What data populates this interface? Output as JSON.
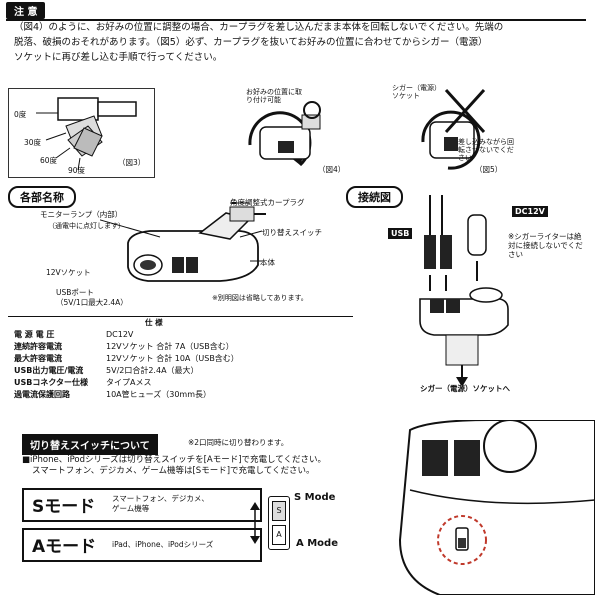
{
  "caution": {
    "title": "注 意",
    "lines": [
      "（図4）のように、お好みの位置に調整の場合、カープラグを差し込んだまま本体を回転しないでください。先端の",
      "脱落、破損のおそれがあります。（図5）必ず、カープラグを抜いてお好みの位置に合わせてからシガー（電源）",
      "ソケットに再び差し込む手順で行ってください。"
    ]
  },
  "fig3": {
    "labels": [
      "0度",
      "30度",
      "60度",
      "90度"
    ],
    "caption": "（図3）"
  },
  "fig4": {
    "note": "お好みの位置に取り付け可能",
    "caption": "（図4）"
  },
  "fig5": {
    "label": "シガー（電源）ソケット",
    "note": "差し込みながら回転させないでください",
    "caption": "（図5）"
  },
  "parts": {
    "title": "各部名称",
    "monitor_lamp": "モニターランプ（内部）",
    "monitor_lamp_note": "（通電中に点灯します）",
    "angle_plug": "角度調整式カープラグ",
    "switch": "切り替えスイッチ",
    "body": "本体",
    "socket": "12Vソケット",
    "usb_port": "USBポート",
    "usb_port_spec": "（5V/1口最大2.4A）",
    "omit_note": "※別明図は省略してあります。"
  },
  "connection": {
    "title": "接続図",
    "usb_tag": "USB",
    "dc_tag": "DC12V",
    "lighter_note": "※シガーライターは絶対に接続しないでください",
    "to_socket": "シガー（電源）ソケットへ"
  },
  "specs": {
    "heading": "仕 様",
    "rows": [
      {
        "label": "電 源 電 圧",
        "value": "DC12V"
      },
      {
        "label": "連続許容電流",
        "value": "12Vソケット 合計 7A（USB含む）"
      },
      {
        "label": "最大許容電流",
        "value": "12Vソケット 合計 10A（USB含む）"
      },
      {
        "label": "USB出力電圧/電流",
        "value": "5V/2口合計2.4A（最大）"
      },
      {
        "label": "USBコネクター仕様",
        "value": "タイプAメス"
      },
      {
        "label": "過電流保護回路",
        "value": "10A管ヒューズ（30mm長）"
      }
    ]
  },
  "switch_section": {
    "title": "切り替えスイッチについて",
    "title_note": "※2口同時に切り替わります。",
    "line1": "■iPhone、iPodシリーズは切り替えスイッチを[Aモード]で充電してください。",
    "line2": "スマートフォン、デジカメ、ゲーム機等は[Sモード]で充電してください。",
    "s_mode": "Sモード",
    "s_mode_desc1": "スマートフォン、デジカメ、",
    "s_mode_desc2": "ゲーム機等",
    "a_mode": "Aモード",
    "a_mode_desc": "iPad、iPhone、iPodシリーズ",
    "s_mode_en": "S Mode",
    "a_mode_en": "A Mode",
    "switch_s": "S",
    "switch_a": "A"
  }
}
